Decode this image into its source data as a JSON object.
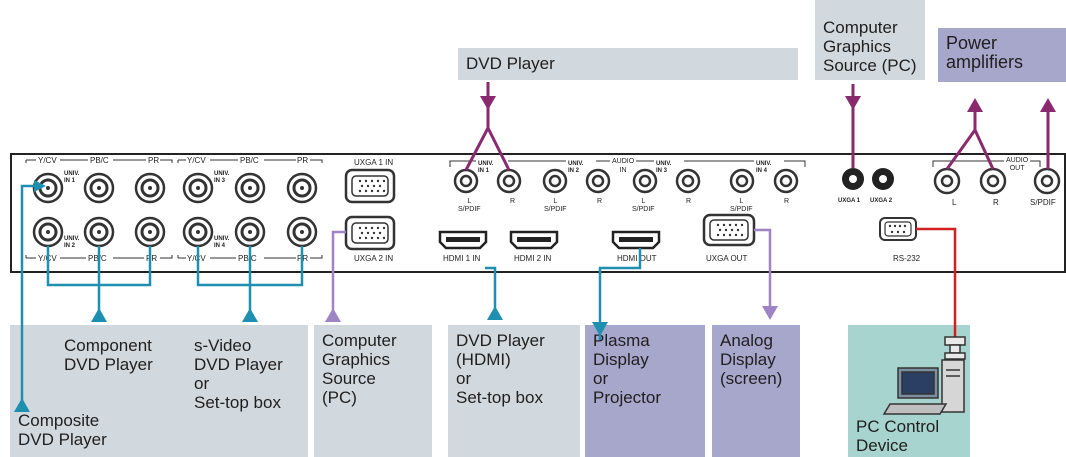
{
  "top_labels": {
    "dvd_player": "DVD Player",
    "computer_graphics_pc": "Computer\nGraphics\nSource (PC)",
    "power_amplifiers": "Power\namplifiers"
  },
  "bottom_labels": {
    "composite": "Composite\nDVD Player",
    "component": "Component\nDVD Player",
    "svideo": "s-Video\nDVD Player\nor\nSet-top box",
    "computer_graphics": "Computer\nGraphics\nSource\n(PC)",
    "dvd_hdmi": "DVD Player\n(HDMI)\nor\nSet-top box",
    "plasma": "Plasma\nDisplay\nor\nProjector",
    "analog": "Analog\nDisplay\n(screen)",
    "pc_control": "PC Control\nDevice"
  },
  "panel": {
    "ycv": "Y/CV",
    "pbc": "PB/C",
    "pr": "PR",
    "univ_in1": "UNIV.\nIN 1",
    "univ_in2": "UNIV.\nIN 2",
    "univ_in3": "UNIV.\nIN 3",
    "univ_in4": "UNIV.\nIN 4",
    "uxga1_in": "UXGA 1 IN",
    "uxga2_in": "UXGA 2 IN",
    "univ_in": "UNIV.\nIN 1",
    "univ_in_2": "UNIV.\nIN 2",
    "univ_in_3": "UNIV.\nIN 3",
    "univ_in_4": "UNIV.\nIN 4",
    "audio_in": "AUDIO\nIN",
    "l_spdif": "L\nS/PDIF",
    "r": "R",
    "uxga1": "UXGA 1",
    "uxga2": "UXGA 2",
    "hdmi1_in": "HDMI 1 IN",
    "hdmi2_in": "HDMI 2 IN",
    "hdmi_out": "HDMI OUT",
    "uxga_out": "UXGA OUT",
    "rs232": "RS-232",
    "audio_out": "AUDIO\nOUT",
    "l": "L",
    "spdif": "S/PDIF"
  },
  "colors": {
    "purple_wire": "#8a2a6e",
    "teal_wire": "#1f8fb0",
    "lavender_wire": "#9f84c4",
    "red_wire": "#d02020",
    "gray_box": "#d2d9de",
    "purple_box": "#a7a6cb",
    "teal_box": "#a8d4cf"
  }
}
